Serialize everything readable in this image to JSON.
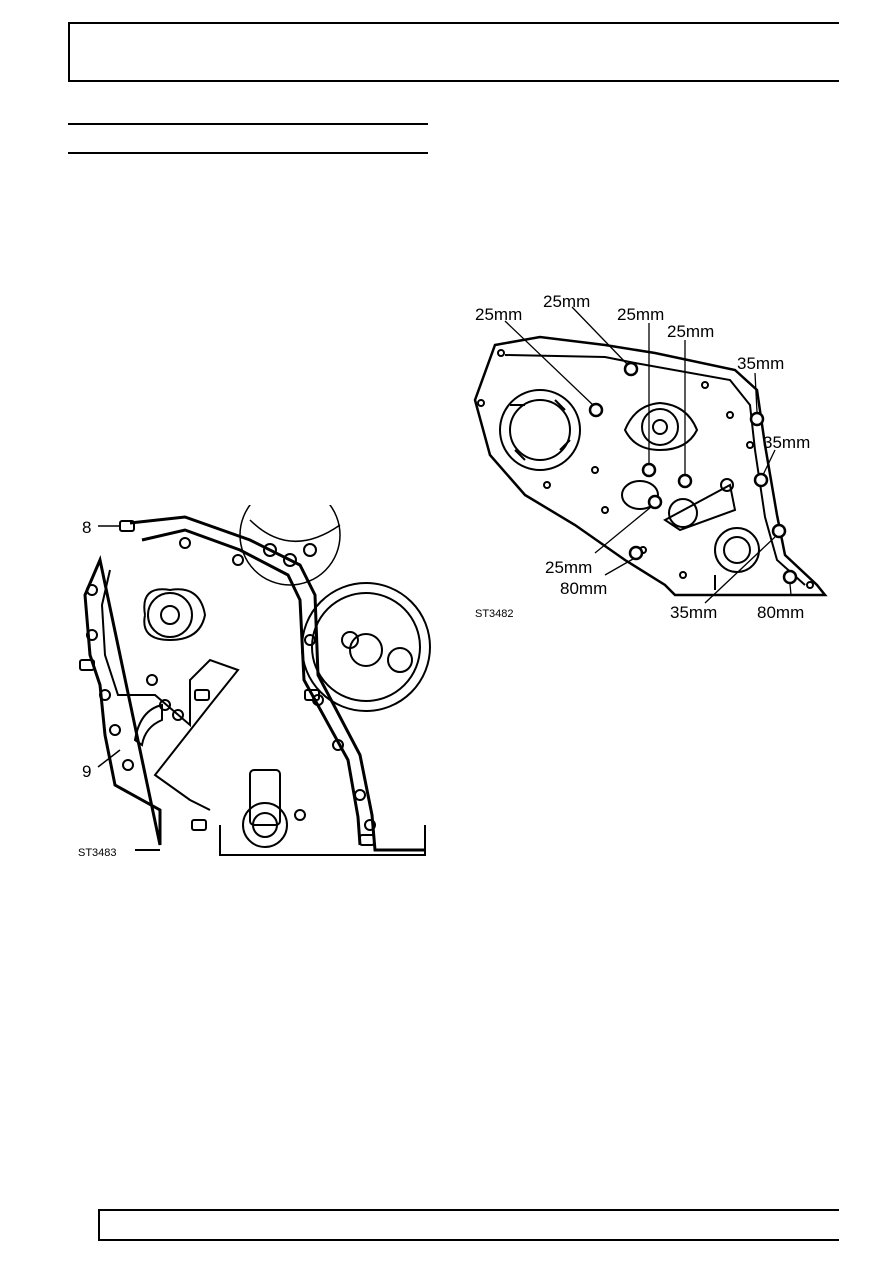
{
  "figure_left": {
    "id": "ST3483",
    "callouts": [
      "8",
      "9"
    ]
  },
  "figure_right": {
    "id": "ST3482",
    "labels": [
      "25mm",
      "25mm",
      "25mm",
      "25mm",
      "35mm",
      "35mm",
      "25mm",
      "80mm",
      "35mm",
      "80mm"
    ]
  }
}
